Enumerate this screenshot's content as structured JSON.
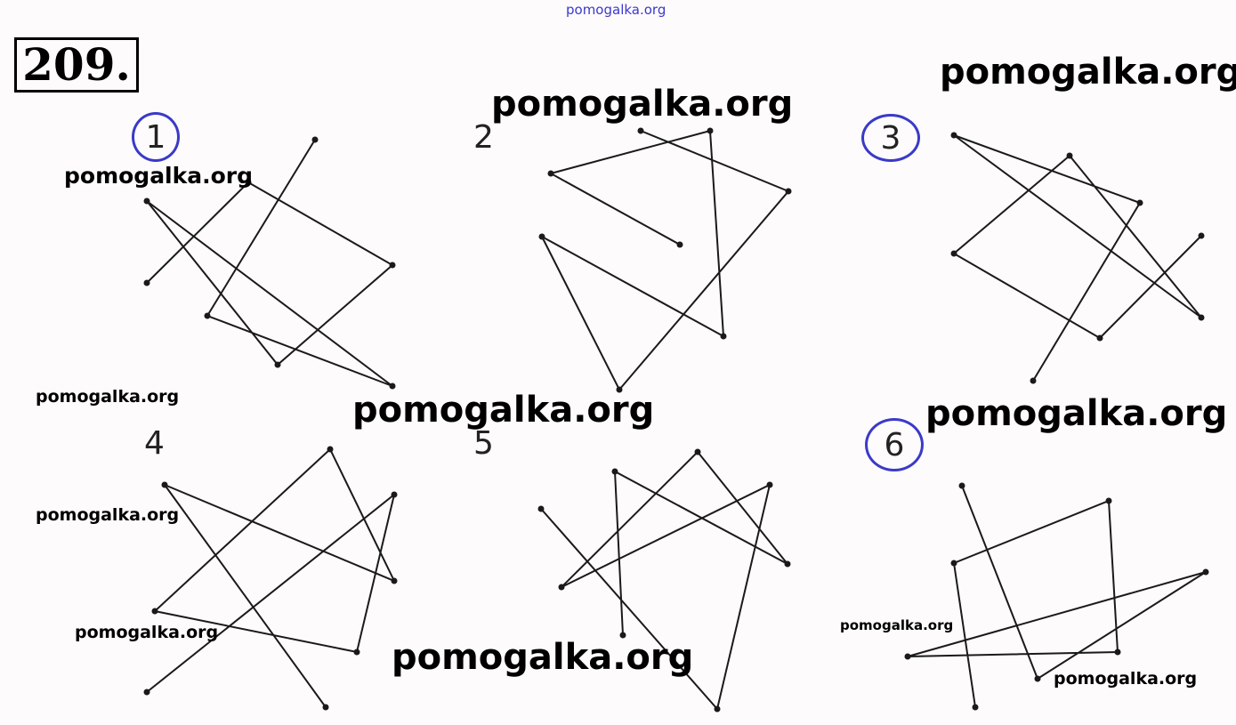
{
  "exercise_number": "209.",
  "figures": [
    {
      "label": "1",
      "circled": true
    },
    {
      "label": "2",
      "circled": false
    },
    {
      "label": "3",
      "circled": true
    },
    {
      "label": "4",
      "circled": false
    },
    {
      "label": "5",
      "circled": false
    },
    {
      "label": "6",
      "circled": true
    }
  ],
  "watermark": "pomogalka.org",
  "colors": {
    "line": "#1a1a1a",
    "circle": "#3a3ac8"
  }
}
